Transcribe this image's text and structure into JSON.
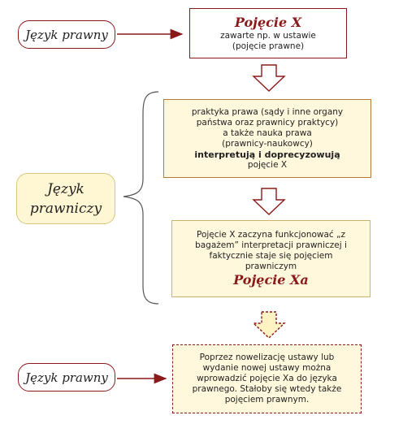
{
  "left_labels": {
    "top": "Język prawny",
    "middle_line1": "Język",
    "middle_line2": "prawniczy",
    "bottom": "Język prawny"
  },
  "box1": {
    "title": "Pojęcie X",
    "line1": "zawarte np. w ustawie",
    "line2": "(pojęcie prawne)"
  },
  "box2": {
    "line1": "praktyka prawa (sądy i inne organy",
    "line2": "państwa oraz prawnicy praktycy)",
    "line3": "a także nauka prawa",
    "line4": "(prawnicy-naukowcy)",
    "bold": "interpretują i doprecyzowują",
    "line5": "pojęcie X"
  },
  "box3": {
    "line1": "Pojęcie X zaczyna funkcjonować „z",
    "line2": "bagażem” interpretacji prawniczej i",
    "line3": "faktycznie staje się pojęciem",
    "line4": "prawniczym",
    "title": "Pojęcie Xa"
  },
  "box4": {
    "line1": "Poprzez nowelizację ustawy lub",
    "line2": "wydanie nowej ustawy można",
    "line3": "wprowadzić pojęcie Xa do języka",
    "line4": "prawnego. Stałoby się wtedy także",
    "line5": "pojęciem prawnym."
  },
  "colors": {
    "border": "#8a1a1a",
    "box_fill": "#fff8dd",
    "pill_fill": "#fff7d4"
  }
}
